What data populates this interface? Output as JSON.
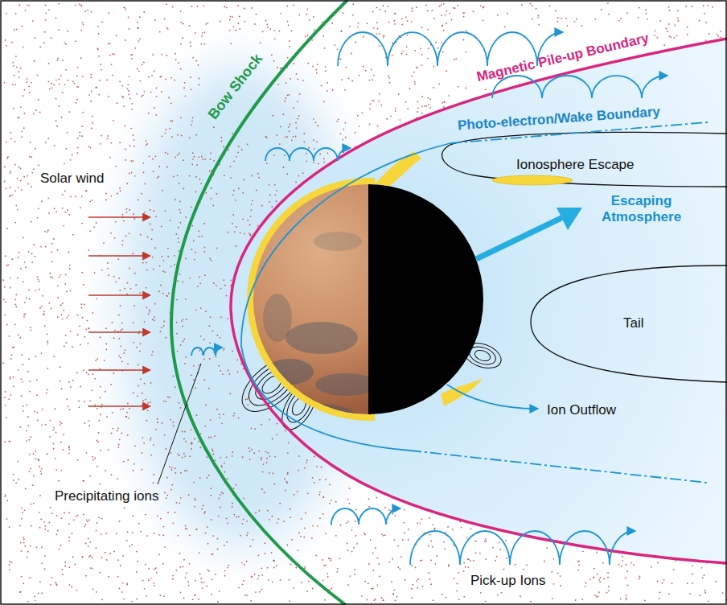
{
  "diagram": {
    "labels": [
      "Solar wind",
      "Bow Shock",
      "Magnetic Pile-up Boundary",
      "Photo-electron/Wake Boundary",
      "Ionosphere Escape",
      "Escaping Atmosphere",
      "Tail",
      "Ion Outflow",
      "Precipitating ions",
      "Pick-up Ions"
    ]
  }
}
